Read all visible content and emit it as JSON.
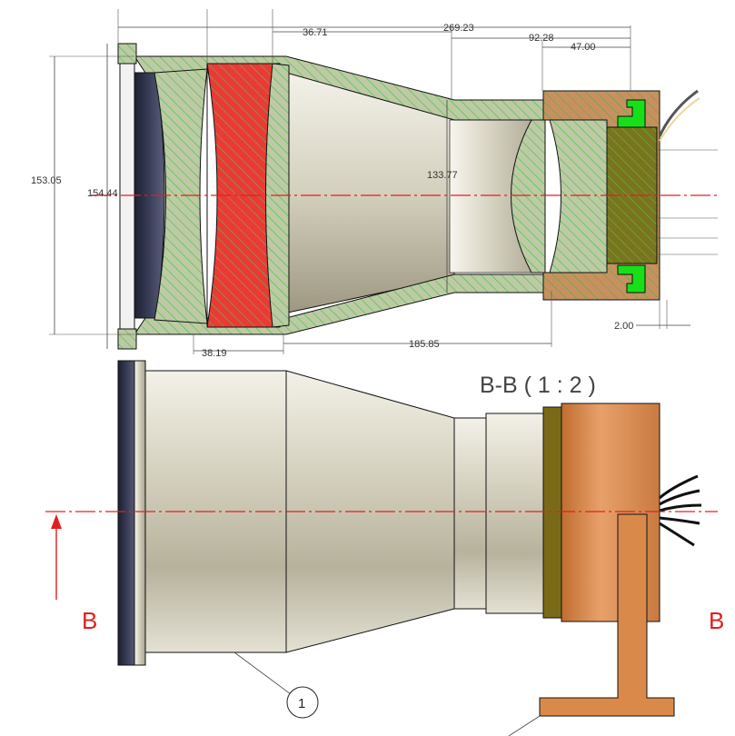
{
  "section_title": "B-B ( 1 : 2 )",
  "section_marker": "B",
  "balloon_label": "1",
  "dimensions": {
    "top_left": "36.71",
    "overall": "269.23",
    "right_mid": "92.28",
    "right_small": "47.00",
    "height_outer": "153.05",
    "height_lens": "154.44",
    "height_inner": "133.77",
    "bottom_left": "38.19",
    "bottom_right": "185.85",
    "gap": "2.00"
  },
  "colors": {
    "housing_green": "#b8c8a0",
    "hatch": "#32c832",
    "red_lens": "#e83030",
    "dark_lens": "#23263a",
    "metal": "#cdc9b4",
    "camera_body": "#d98a4a",
    "olive_sensor": "#7a7a20",
    "bright_green": "#18e018",
    "centerline": "#e02020"
  }
}
